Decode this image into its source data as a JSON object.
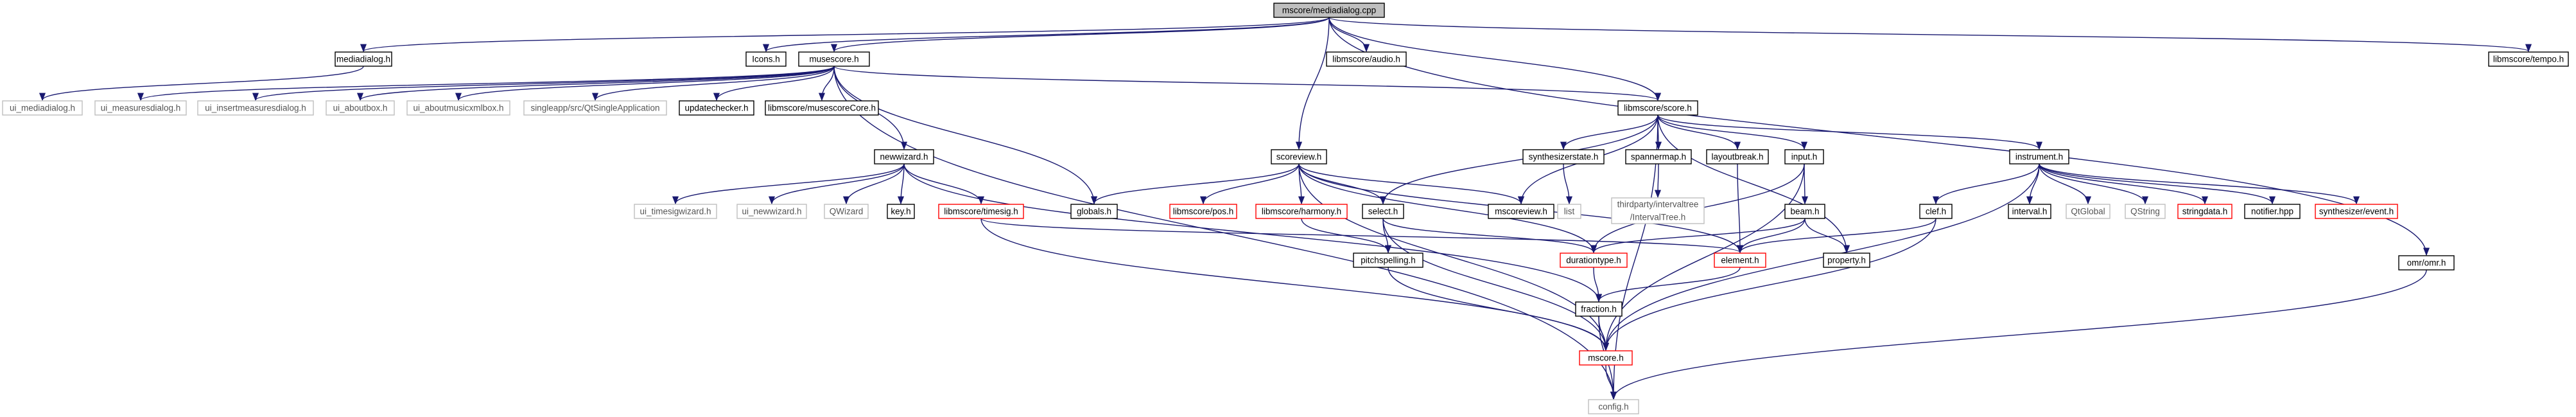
{
  "colors": {
    "edge": "#191970",
    "focus_fill": "#bfbfbf",
    "focus_border": "#000000",
    "normal_border": "#000000",
    "red_border": "#ff0000",
    "gray_border": "#bfbfbf",
    "text": "#000000",
    "gray_text": "#555555"
  },
  "nodes": [
    {
      "id": "n_mediadialog_cpp",
      "label": "mscore/mediadialog.cpp",
      "style": "focus"
    },
    {
      "id": "n_mediadialog_h",
      "label": "mediadialog.h",
      "style": "normal"
    },
    {
      "id": "n_licons",
      "label": "Icons.h",
      "style": "normal"
    },
    {
      "id": "n_musescore_h",
      "label": "musescore.h",
      "style": "normal"
    },
    {
      "id": "n_audio_h",
      "label": "libmscore/audio.h",
      "style": "normal"
    },
    {
      "id": "n_tempo_h",
      "label": "libmscore/tempo.h",
      "style": "normal"
    },
    {
      "id": "n_ui_mediadialog",
      "label": "ui_mediadialog.h",
      "style": "gray"
    },
    {
      "id": "n_ui_measuresdialog",
      "label": "ui_measuresdialog.h",
      "style": "gray"
    },
    {
      "id": "n_ui_insertmeasuresdialog",
      "label": "ui_insertmeasuresdialog.h",
      "style": "gray"
    },
    {
      "id": "n_ui_aboutbox",
      "label": "ui_aboutbox.h",
      "style": "gray"
    },
    {
      "id": "n_ui_aboutmusicxmlbox",
      "label": "ui_aboutmusicxmlbox.h",
      "style": "gray"
    },
    {
      "id": "n_qtsingleapp",
      "label": "singleapp/src/QtSingleApplication",
      "style": "gray"
    },
    {
      "id": "n_updatechecker",
      "label": "updatechecker.h",
      "style": "normal"
    },
    {
      "id": "n_musescorecore",
      "label": "libmscore/musescoreCore.h",
      "style": "normal"
    },
    {
      "id": "n_score_h",
      "label": "libmscore/score.h",
      "style": "normal"
    },
    {
      "id": "n_newwizard",
      "label": "newwizard.h",
      "style": "normal"
    },
    {
      "id": "n_scoreview",
      "label": "scoreview.h",
      "style": "normal"
    },
    {
      "id": "n_globals",
      "label": "globals.h",
      "style": "normal"
    },
    {
      "id": "n_ui_timesigwizard",
      "label": "ui_timesigwizard.h",
      "style": "gray"
    },
    {
      "id": "n_ui_newwizard",
      "label": "ui_newwizard.h",
      "style": "gray"
    },
    {
      "id": "n_qwizard",
      "label": "QWizard",
      "style": "gray"
    },
    {
      "id": "n_key_h",
      "label": "key.h",
      "style": "normal"
    },
    {
      "id": "n_timesig",
      "label": "libmscore/timesig.h",
      "style": "red"
    },
    {
      "id": "n_pos_h",
      "label": "libmscore/pos.h",
      "style": "red"
    },
    {
      "id": "n_harmony",
      "label": "libmscore/harmony.h",
      "style": "red"
    },
    {
      "id": "n_select",
      "label": "select.h",
      "style": "normal"
    },
    {
      "id": "n_mscoreview",
      "label": "mscoreview.h",
      "style": "normal"
    },
    {
      "id": "n_synthstate",
      "label": "synthesizerstate.h",
      "style": "normal"
    },
    {
      "id": "n_list",
      "label": "list",
      "style": "gray"
    },
    {
      "id": "n_spannermap",
      "label": "spannermap.h",
      "style": "normal"
    },
    {
      "id": "n_intervaltree",
      "label": "thirdparty/intervaltree\n/IntervalTree.h",
      "style": "gray"
    },
    {
      "id": "n_layoutbreak",
      "label": "layoutbreak.h",
      "style": "normal"
    },
    {
      "id": "n_input",
      "label": "input.h",
      "style": "normal"
    },
    {
      "id": "n_beam",
      "label": "beam.h",
      "style": "normal"
    },
    {
      "id": "n_instrument",
      "label": "instrument.h",
      "style": "normal"
    },
    {
      "id": "n_clef",
      "label": "clef.h",
      "style": "normal"
    },
    {
      "id": "n_interval",
      "label": "interval.h",
      "style": "normal"
    },
    {
      "id": "n_qtglobal",
      "label": "QtGlobal",
      "style": "gray"
    },
    {
      "id": "n_qstring",
      "label": "QString",
      "style": "gray"
    },
    {
      "id": "n_stringdata",
      "label": "stringdata.h",
      "style": "red"
    },
    {
      "id": "n_notifier",
      "label": "notifier.hpp",
      "style": "normal"
    },
    {
      "id": "n_synthevent",
      "label": "synthesizer/event.h",
      "style": "red"
    },
    {
      "id": "n_pitchspelling",
      "label": "pitchspelling.h",
      "style": "normal"
    },
    {
      "id": "n_durationtype",
      "label": "durationtype.h",
      "style": "red"
    },
    {
      "id": "n_element",
      "label": "element.h",
      "style": "red"
    },
    {
      "id": "n_property",
      "label": "property.h",
      "style": "normal"
    },
    {
      "id": "n_fraction",
      "label": "fraction.h",
      "style": "normal"
    },
    {
      "id": "n_mscore",
      "label": "mscore.h",
      "style": "red"
    },
    {
      "id": "n_config",
      "label": "config.h",
      "style": "gray"
    },
    {
      "id": "n_omr",
      "label": "omr/omr.h",
      "style": "normal"
    }
  ],
  "edges": [
    [
      "n_mediadialog_cpp",
      "n_mediadialog_h"
    ],
    [
      "n_mediadialog_cpp",
      "n_licons"
    ],
    [
      "n_mediadialog_cpp",
      "n_musescore_h"
    ],
    [
      "n_mediadialog_cpp",
      "n_scoreview"
    ],
    [
      "n_mediadialog_cpp",
      "n_audio_h"
    ],
    [
      "n_mediadialog_cpp",
      "n_score_h"
    ],
    [
      "n_mediadialog_cpp",
      "n_tempo_h"
    ],
    [
      "n_mediadialog_cpp",
      "n_omr"
    ],
    [
      "n_mediadialog_h",
      "n_ui_mediadialog"
    ],
    [
      "n_musescore_h",
      "n_ui_measuresdialog"
    ],
    [
      "n_musescore_h",
      "n_ui_insertmeasuresdialog"
    ],
    [
      "n_musescore_h",
      "n_ui_aboutbox"
    ],
    [
      "n_musescore_h",
      "n_ui_aboutmusicxmlbox"
    ],
    [
      "n_musescore_h",
      "n_qtsingleapp"
    ],
    [
      "n_musescore_h",
      "n_updatechecker"
    ],
    [
      "n_musescore_h",
      "n_musescorecore"
    ],
    [
      "n_musescore_h",
      "n_score_h"
    ],
    [
      "n_musescore_h",
      "n_newwizard"
    ],
    [
      "n_musescore_h",
      "n_globals"
    ],
    [
      "n_musescore_h",
      "n_config"
    ],
    [
      "n_newwizard",
      "n_ui_timesigwizard"
    ],
    [
      "n_newwizard",
      "n_ui_newwizard"
    ],
    [
      "n_newwizard",
      "n_qwizard"
    ],
    [
      "n_newwizard",
      "n_key_h"
    ],
    [
      "n_newwizard",
      "n_timesig"
    ],
    [
      "n_newwizard",
      "n_fraction"
    ],
    [
      "n_timesig",
      "n_element"
    ],
    [
      "n_timesig",
      "n_mscore"
    ],
    [
      "n_scoreview",
      "n_globals"
    ],
    [
      "n_scoreview",
      "n_pos_h"
    ],
    [
      "n_scoreview",
      "n_harmony"
    ],
    [
      "n_scoreview",
      "n_select"
    ],
    [
      "n_scoreview",
      "n_mscoreview"
    ],
    [
      "n_scoreview",
      "n_durationtype"
    ],
    [
      "n_scoreview",
      "n_element"
    ],
    [
      "n_scoreview",
      "n_mscore"
    ],
    [
      "n_harmony",
      "n_pitchspelling"
    ],
    [
      "n_select",
      "n_pitchspelling"
    ],
    [
      "n_select",
      "n_durationtype"
    ],
    [
      "n_select",
      "n_mscore"
    ],
    [
      "n_score_h",
      "n_select"
    ],
    [
      "n_score_h",
      "n_mscoreview"
    ],
    [
      "n_score_h",
      "n_synthstate"
    ],
    [
      "n_score_h",
      "n_spannermap"
    ],
    [
      "n_score_h",
      "n_layoutbreak"
    ],
    [
      "n_score_h",
      "n_input"
    ],
    [
      "n_score_h",
      "n_instrument"
    ],
    [
      "n_score_h",
      "n_property"
    ],
    [
      "n_score_h",
      "n_config"
    ],
    [
      "n_synthstate",
      "n_list"
    ],
    [
      "n_spannermap",
      "n_intervaltree"
    ],
    [
      "n_layoutbreak",
      "n_element"
    ],
    [
      "n_input",
      "n_beam"
    ],
    [
      "n_input",
      "n_durationtype"
    ],
    [
      "n_input",
      "n_mscore"
    ],
    [
      "n_beam",
      "n_element"
    ],
    [
      "n_beam",
      "n_durationtype"
    ],
    [
      "n_beam",
      "n_property"
    ],
    [
      "n_instrument",
      "n_clef"
    ],
    [
      "n_instrument",
      "n_interval"
    ],
    [
      "n_instrument",
      "n_qtglobal"
    ],
    [
      "n_instrument",
      "n_qstring"
    ],
    [
      "n_instrument",
      "n_stringdata"
    ],
    [
      "n_instrument",
      "n_notifier"
    ],
    [
      "n_instrument",
      "n_synthevent"
    ],
    [
      "n_instrument",
      "n_mscore"
    ],
    [
      "n_clef",
      "n_element"
    ],
    [
      "n_clef",
      "n_mscore"
    ],
    [
      "n_pitchspelling",
      "n_mscore"
    ],
    [
      "n_durationtype",
      "n_fraction"
    ],
    [
      "n_element",
      "n_fraction"
    ],
    [
      "n_fraction",
      "n_mscore"
    ],
    [
      "n_fraction",
      "n_config"
    ],
    [
      "n_mscore",
      "n_config"
    ],
    [
      "n_omr",
      "n_config"
    ]
  ]
}
